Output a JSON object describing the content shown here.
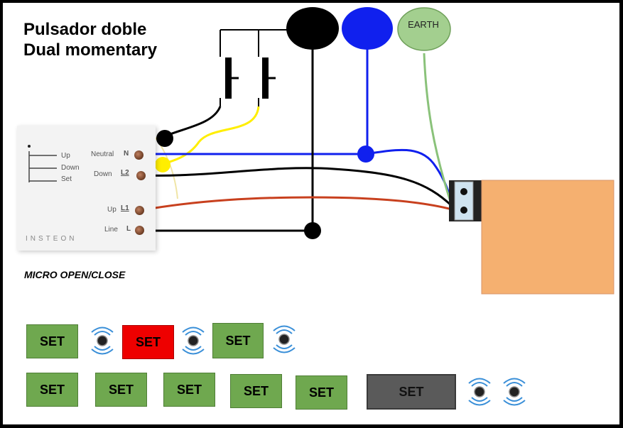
{
  "title": {
    "line1": "Pulsador doble",
    "line2": "Dual momentary"
  },
  "module": {
    "labels": {
      "up": "Up",
      "down": "Down",
      "set": "Set",
      "neutral": "Neutral",
      "neutral_term": "N",
      "down_l2": "Down",
      "down_l2_term": "L2",
      "up_l1": "Up",
      "up_l1_term": "L1",
      "line": "Line",
      "line_term": "L"
    },
    "brand": "INSTEON",
    "caption": "MICRO OPEN/CLOSE"
  },
  "terminals": {
    "earth_label": "EARTH"
  },
  "colors": {
    "black": "#000000",
    "blue": "#1020ee",
    "earth": "#8ac27a",
    "yellow": "#ffee00",
    "red_wire": "#c8401e",
    "motor": "#f5b070",
    "set_green": "#6fa84f",
    "set_red": "#ee0000",
    "set_gray": "#5a5a5a"
  },
  "set_row1": [
    {
      "label": "SET",
      "color": "green"
    },
    {
      "label": "SET",
      "color": "red"
    },
    {
      "label": "SET",
      "color": "green"
    }
  ],
  "set_row2": [
    {
      "label": "SET",
      "color": "green"
    },
    {
      "label": "SET",
      "color": "green"
    },
    {
      "label": "SET",
      "color": "green"
    },
    {
      "label": "SET",
      "color": "green"
    },
    {
      "label": "SET",
      "color": "green"
    },
    {
      "label": "SET",
      "color": "gray"
    }
  ],
  "icons": {
    "wireless": "wireless-signal-icon"
  }
}
